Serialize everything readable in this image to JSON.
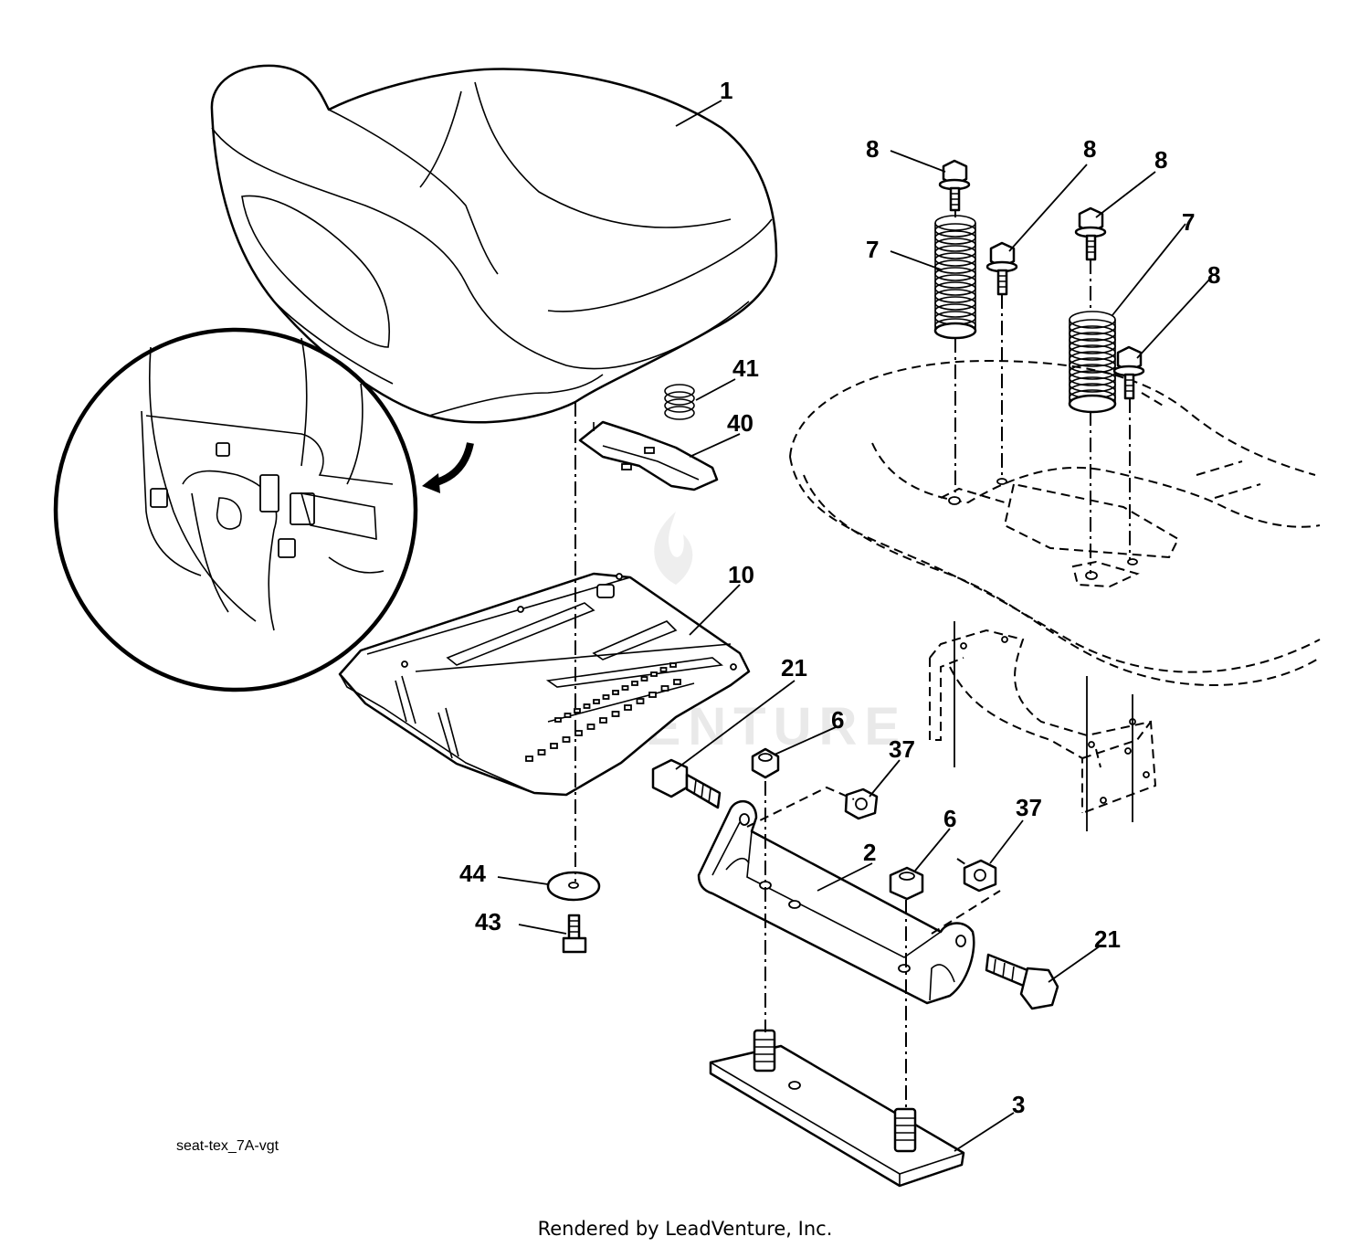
{
  "diagram": {
    "drawing_code": "seat-tex_7A-vgt",
    "credit": "Rendered by LeadVenture, Inc.",
    "watermark": "LEADVENTURE",
    "callouts": {
      "c1": "1",
      "c2": "2",
      "c3": "3",
      "c6a": "6",
      "c6b": "6",
      "c7a": "7",
      "c7b": "7",
      "c8a": "8",
      "c8b": "8",
      "c8c": "8",
      "c8d": "8",
      "c10": "10",
      "c21a": "21",
      "c21b": "21",
      "c37a": "37",
      "c37b": "37",
      "c40": "40",
      "c41": "41",
      "c43": "43",
      "c44": "44"
    }
  }
}
